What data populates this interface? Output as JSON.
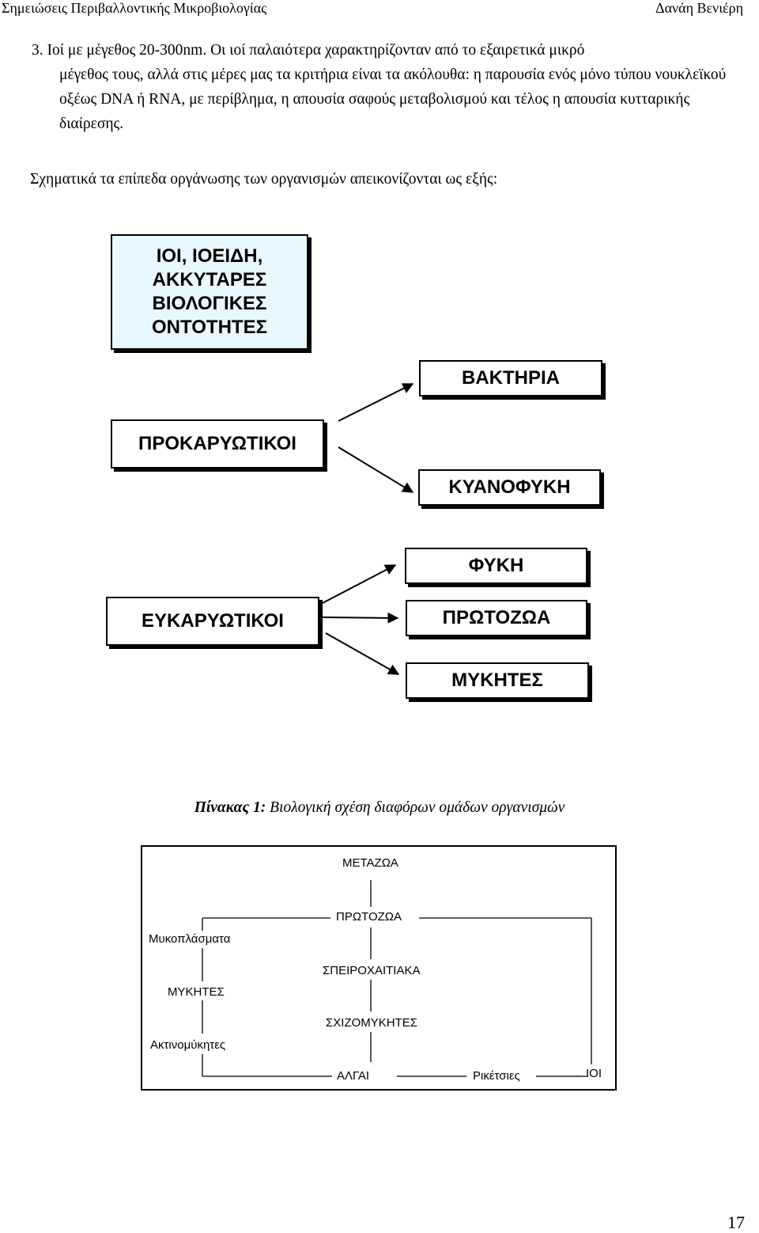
{
  "header": {
    "left": "Σημειώσεις Περιβαλλοντικής Μικροβιολογίας",
    "right": "Δανάη Βενιέρη"
  },
  "paragraph1": {
    "line1": "3.  Ιοί με μέγεθος 20-300nm. Οι ιοί παλαιότερα χαρακτηρίζονταν από το εξαιρετικά μικρό",
    "rest": "μέγεθος τους, αλλά στις μέρες μας τα κριτήρια είναι τα ακόλουθα: η παρουσία ενός μόνο τύπου νουκλεϊκού οξέως DNA ή RNA, με περίβλημα, η απουσία σαφούς μεταβολισμού και τέλος η απουσία κυτταρικής διαίρεσης."
  },
  "paragraph2": "Σχηματικά τα επίπεδα οργάνωσης των οργανισμών απεικονίζονται ως εξής:",
  "diagram": {
    "viruses": [
      "ΙΟΙ, ΙΟΕΙΔΗ,",
      "ΑΚΚΥΤΑΡΕΣ",
      "ΒΙΟΛΟΓΙΚΕΣ",
      "ΟΝΤΟΤΗΤΕΣ"
    ],
    "prokaryotes": "ΠΡΟΚΑΡΥΩΤΙΚΟΙ",
    "bacteria": "ΒΑΚΤΗΡΙΑ",
    "cyanophyta": "ΚΥΑΝΟΦΥΚΗ",
    "eukaryotes": "ΕΥΚΑΡΥΩΤΙΚΟΙ",
    "algae": "ΦΥΚΗ",
    "protozoa": "ΠΡΩΤΟΖΩΑ",
    "fungi": "ΜΥΚΗΤΕΣ"
  },
  "caption": {
    "label": "Πίνακας 1:",
    "text": " Βιολογική σχέση διαφόρων ομάδων οργανισμών"
  },
  "figure": {
    "metazoa": "ΜΕΤΑΖΩΑ",
    "protozoa": "ΠΡΩΤΟΖΩΑ",
    "mycoplasma": "Μυκοπλάσματα",
    "spirochetes": "ΣΠΕΙΡΟΧΑΙΤΙΑΚΑ",
    "fungi": "ΜΥΚΗΤΕΣ",
    "schizomycetes": "ΣΧΙΖΟΜΥΚΗΤΕΣ",
    "actinomycetes": "Ακτινομύκητες",
    "algae": "ΑΛΓΑΙ",
    "rickettsiae": "Ρικέτσιες",
    "viruses": "ΙΟΙ"
  },
  "page_number": "17",
  "colors": {
    "box_fill_blue": "#e9f8fc",
    "stroke": "#000000"
  }
}
